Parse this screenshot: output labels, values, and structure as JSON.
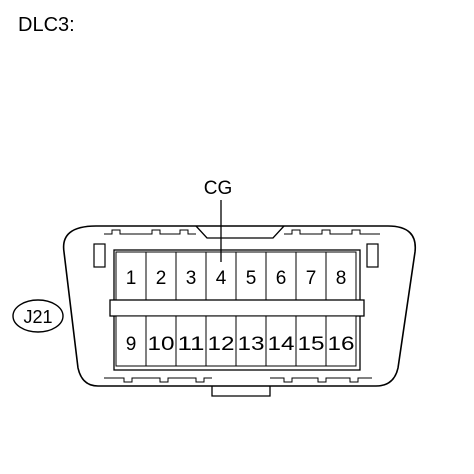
{
  "title": "DLC3:",
  "callout": {
    "label": "CG",
    "pin": 4
  },
  "connector_id": "J21",
  "pins_top": [
    "1",
    "2",
    "3",
    "4",
    "5",
    "6",
    "7",
    "8"
  ],
  "pins_bottom": [
    "9",
    "10",
    "11",
    "12",
    "13",
    "14",
    "15",
    "16"
  ]
}
